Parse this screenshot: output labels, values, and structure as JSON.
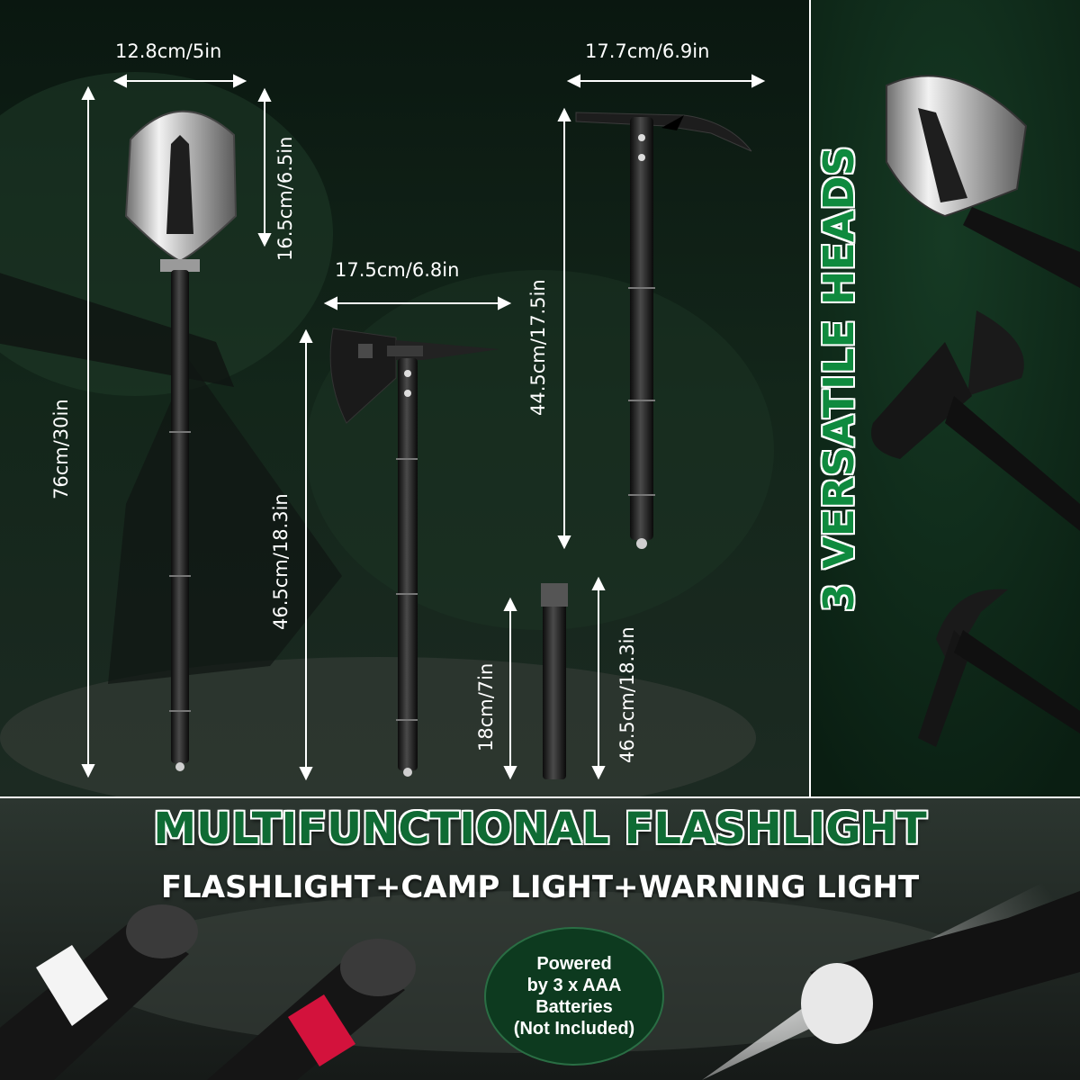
{
  "dimensions": {
    "shovel_width": "12.8cm/5in",
    "shovel_head_height": "16.5cm/6.5in",
    "shovel_total_length": "76cm/30in",
    "axe_width": "17.5cm/6.8in",
    "axe_length": "46.5cm/18.3in",
    "pick_width": "17.7cm/6.9in",
    "pick_length": "44.5cm/17.5in",
    "handle_length": "18cm/7in",
    "handle_assembled_length": "46.5cm/18.3in"
  },
  "heads_title": "3 VERSATILE HEADS",
  "flashlight": {
    "title": "MULTIFUNCTIONAL FLASHLIGHT",
    "subtitle": "FLASHLIGHT+CAMP LIGHT+WARNING LIGHT"
  },
  "badge": {
    "line1": "Powered",
    "line2": "by 3 x AAA",
    "line3": "Batteries",
    "line4": "(Not Included)"
  },
  "colors": {
    "title_green": "#0f6b34",
    "heads_green": "#0f8a3e",
    "badge_green": "#0d3a1f",
    "background": "#0c1a12"
  }
}
